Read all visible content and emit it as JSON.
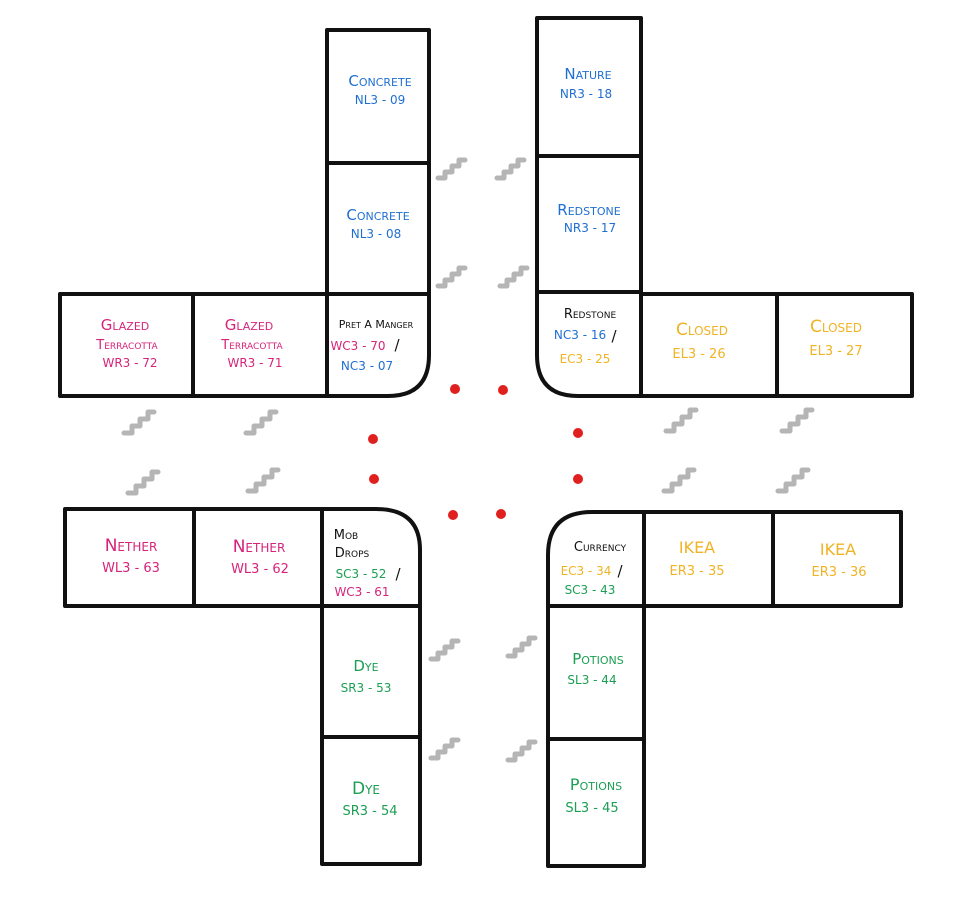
{
  "colors": {
    "north": "#1f6fd1",
    "east": "#f0b323",
    "south": "#1c9e54",
    "west": "#d6247a",
    "corner": "#111111",
    "stairs": "#b5b5b5",
    "dots": "#e0201e"
  },
  "shops": {
    "n_concrete_09": {
      "name": "Concrete",
      "code": "NL3 - 09"
    },
    "n_concrete_08": {
      "name": "Concrete",
      "code": "NL3 - 08"
    },
    "n_nature_18": {
      "name": "Nature",
      "code": "NR3 - 18"
    },
    "n_redstone_17": {
      "name": "Redstone",
      "code": "NR3 - 17"
    },
    "w_glazed_72": {
      "name_line1": "Glazed",
      "name_line2": "Terracotta",
      "code": "WR3 - 72"
    },
    "w_glazed_71": {
      "name_line1": "Glazed",
      "name_line2": "Terracotta",
      "code": "WR3 - 71"
    },
    "w_nether_63": {
      "name": "Nether",
      "code": "WL3 - 63"
    },
    "w_nether_62": {
      "name": "Nether",
      "code": "WL3 - 62"
    },
    "e_closed_26": {
      "name": "Closed",
      "code": "EL3 - 26"
    },
    "e_closed_27": {
      "name": "Closed",
      "code": "EL3 - 27"
    },
    "e_ikea_35": {
      "name": "IKEA",
      "code": "ER3 - 35"
    },
    "e_ikea_36": {
      "name": "IKEA",
      "code": "ER3 - 36"
    },
    "s_dye_53": {
      "name": "Dye",
      "code": "SR3 - 53"
    },
    "s_dye_54": {
      "name": "Dye",
      "code": "SR3 - 54"
    },
    "s_potions_44": {
      "name": "Potions",
      "code": "SL3 - 44"
    },
    "s_potions_45": {
      "name": "Potions",
      "code": "SL3 - 45"
    }
  },
  "corners": {
    "pret": {
      "name": "Pret A Manger",
      "code_a": "WC3 - 70",
      "sep": "/",
      "code_b": "NC3 - 07"
    },
    "redstone": {
      "name": "Redstone",
      "code_a": "NC3 - 16",
      "sep": "/",
      "code_b": "EC3 - 25"
    },
    "mob": {
      "name_line1": "Mob",
      "name_line2": "Drops",
      "code_a": "SC3 - 52",
      "sep": "/",
      "code_b": "WC3 - 61"
    },
    "currency": {
      "name": "Currency",
      "code_a": "EC3 - 34",
      "sep": "/",
      "code_b": "SC3 - 43"
    }
  }
}
